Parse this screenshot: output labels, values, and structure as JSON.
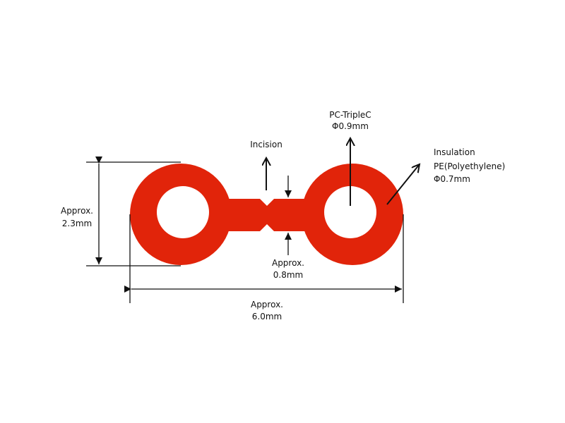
{
  "colors": {
    "insulation": "#e1240a",
    "core": "#ffffff",
    "lines": "#111111"
  },
  "labels": {
    "conductor": {
      "line1": "PC-TripleC",
      "line2": "Φ0.9mm"
    },
    "incision": "Incision",
    "insulation": {
      "line1": "Insulation",
      "line2": "PE(Polyethylene)",
      "line3": "Φ0.7mm"
    },
    "height": {
      "line1": "Approx.",
      "line2": "2.3mm"
    },
    "web_gap": {
      "line1": "Approx.",
      "line2": "0.8mm"
    },
    "width": {
      "line1": "Approx.",
      "line2": "6.0mm"
    }
  }
}
